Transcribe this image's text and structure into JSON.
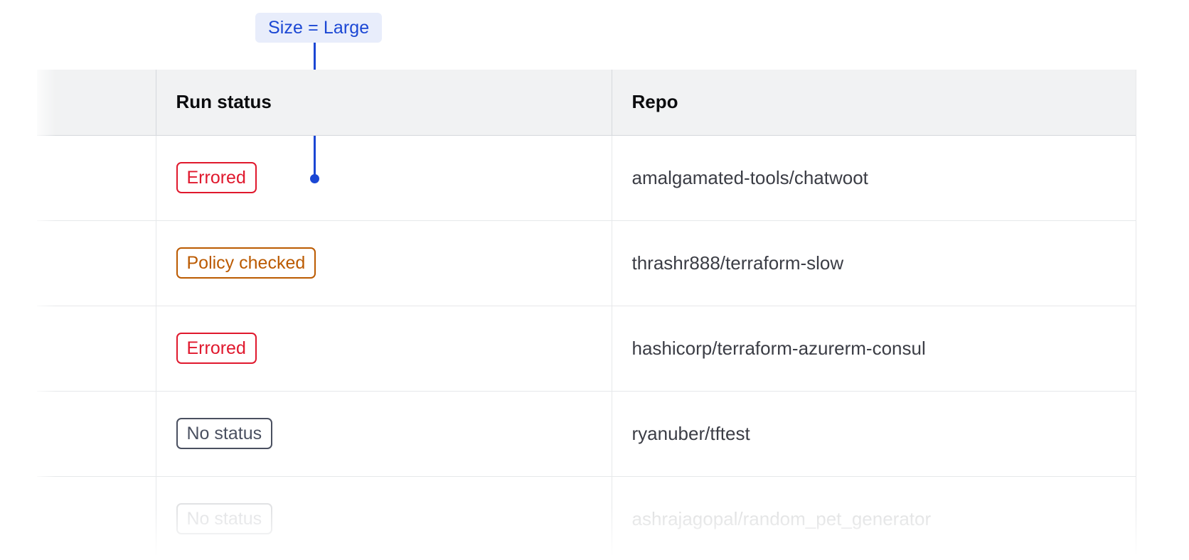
{
  "annotation": {
    "label": "Size = Large",
    "accent_color": "#1b47d4",
    "background_color": "#e8edfb"
  },
  "table": {
    "columns": [
      {
        "key": "lead",
        "label": ""
      },
      {
        "key": "status",
        "label": "Run status"
      },
      {
        "key": "repo",
        "label": "Repo"
      }
    ],
    "header_background": "#f1f2f3",
    "rows": [
      {
        "status": "Errored",
        "status_variant": "errored",
        "status_color": "#e0182d",
        "repo": "amalgamated-tools/chatwoot",
        "faded": false
      },
      {
        "status": "Policy checked",
        "status_variant": "policy-checked",
        "status_color": "#bb5a00",
        "repo": "thrashr888/terraform-slow",
        "faded": false
      },
      {
        "status": "Errored",
        "status_variant": "errored",
        "status_color": "#e0182d",
        "repo": "hashicorp/terraform-azurerm-consul",
        "faded": false
      },
      {
        "status": "No status",
        "status_variant": "no-status",
        "status_color": "#4a5060",
        "repo": "ryanuber/tftest",
        "faded": false
      },
      {
        "status": "No status",
        "status_variant": "no-status",
        "status_color": "#4a5060",
        "repo": "ashrajagopal/random_pet_generator",
        "faded": true
      }
    ]
  }
}
